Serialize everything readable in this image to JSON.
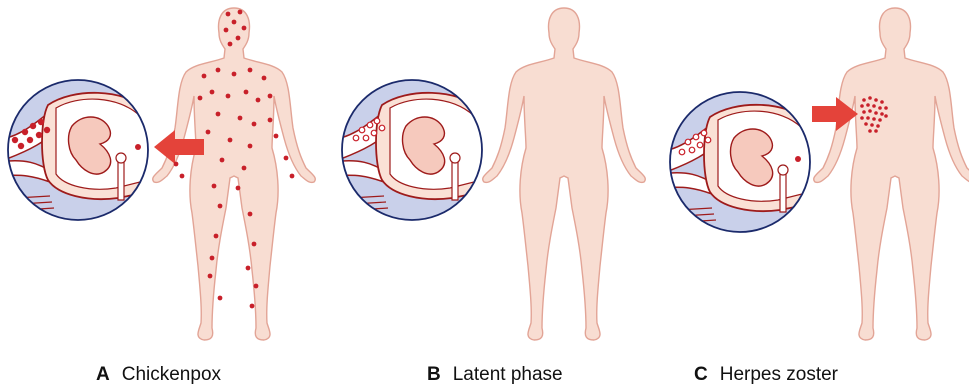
{
  "panels": [
    {
      "letter": "A",
      "label": "Chickenpox"
    },
    {
      "letter": "B",
      "label": "Latent phase"
    },
    {
      "letter": "C",
      "label": "Herpes zoster"
    }
  ],
  "colors": {
    "skin": "#f8ddd2",
    "skin_outline": "#e2a496",
    "rash": "#c8202a",
    "arrow": "#e4433a",
    "circle_fill": "#c9d0ea",
    "circle_outline": "#1b2a6b",
    "cord_fill": "#fae1d6",
    "cord_outline": "#9e1b1b"
  }
}
